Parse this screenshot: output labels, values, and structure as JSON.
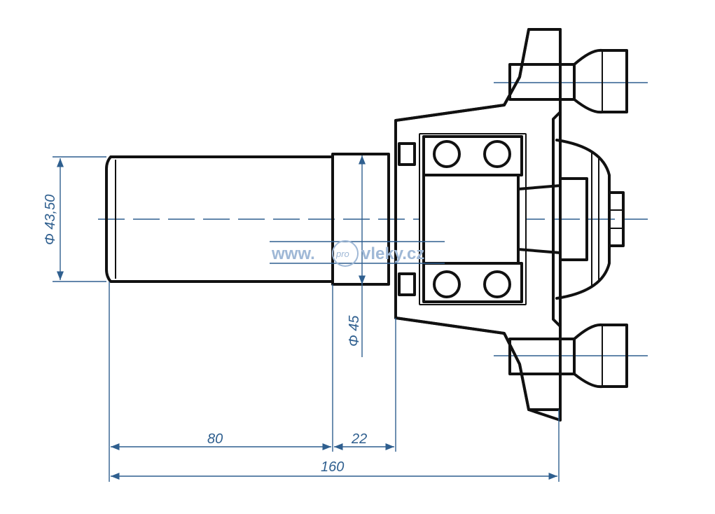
{
  "dimensions": {
    "shaft_diameter": "Φ 43,50",
    "collar_diameter": "Φ 45",
    "length_shaft": "80",
    "length_collar": "22",
    "length_total": "160"
  },
  "watermark": {
    "left": "www.",
    "badge": "pro",
    "right": "vleky.cz"
  },
  "colors": {
    "outline": "#111111",
    "dimension": "#2f5f8f",
    "watermark": "#9fb8d6"
  }
}
